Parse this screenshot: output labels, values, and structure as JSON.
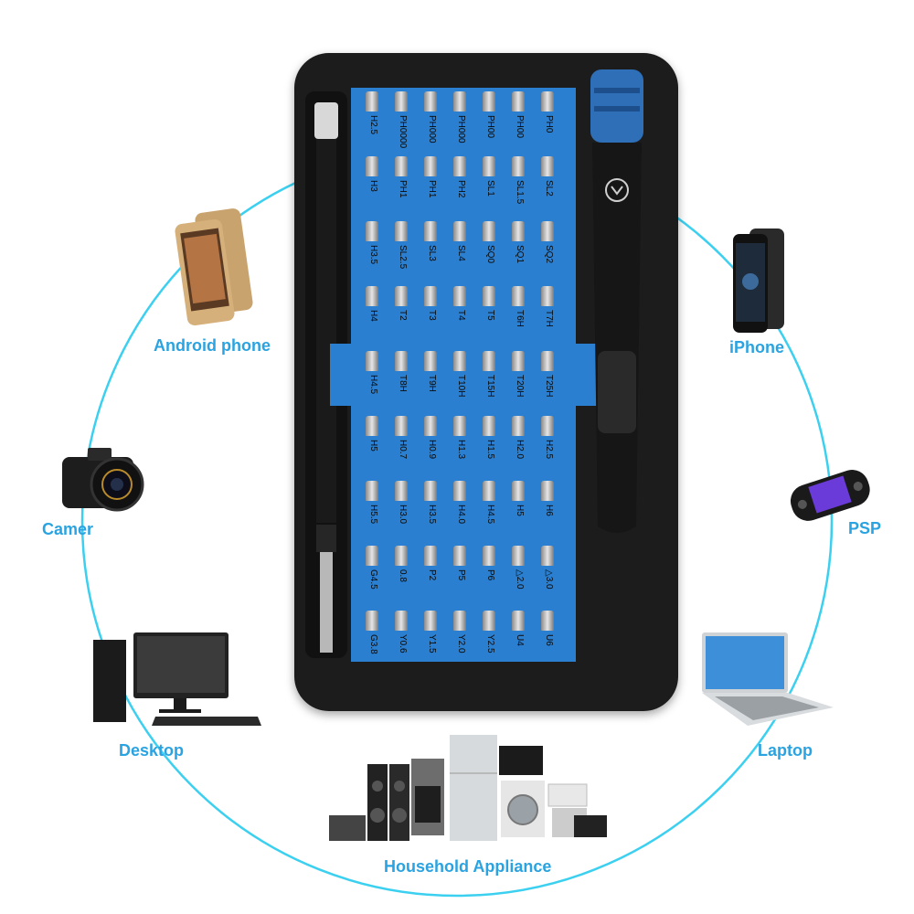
{
  "devices": {
    "android": "Android phone",
    "iphone": "iPhone",
    "camera": "Camer",
    "psp": "PSP",
    "desktop": "Desktop",
    "laptop": "Laptop",
    "household": "Household Appliance"
  },
  "bits": [
    [
      "H2.5",
      "PH0000",
      "PH000",
      "PH000",
      "PH00",
      "PH00",
      "PH0"
    ],
    [
      "H3",
      "PH1",
      "PH1",
      "PH2",
      "SL1",
      "SL1.5",
      "SL2"
    ],
    [
      "H3.5",
      "SL2.5",
      "SL3",
      "SL4",
      "SQ0",
      "SQ1",
      "SQ2"
    ],
    [
      "H4",
      "T2",
      "T3",
      "T4",
      "T5",
      "T6H",
      "T7H"
    ],
    [
      "H4.5",
      "T8H",
      "T9H",
      "T10H",
      "T15H",
      "T20H",
      "T25H"
    ],
    [
      "H5",
      "H0.7",
      "H0.9",
      "H1.3",
      "H1.5",
      "H2.0",
      "H2.5"
    ],
    [
      "H5.5",
      "H3.0",
      "H3.5",
      "H4.0",
      "H4.5",
      "H5",
      "H6"
    ],
    [
      "G4.5",
      "0.8",
      "P2",
      "P5",
      "P6",
      "△2.0",
      "△3.0"
    ],
    [
      "G3.8",
      "Y0.6",
      "Y1.5",
      "Y2.0",
      "Y2.5",
      "U4",
      "U6"
    ]
  ],
  "colors": {
    "accent": "#2aa3e0",
    "tray": "#2a7fd0",
    "case": "#1c1c1c"
  }
}
